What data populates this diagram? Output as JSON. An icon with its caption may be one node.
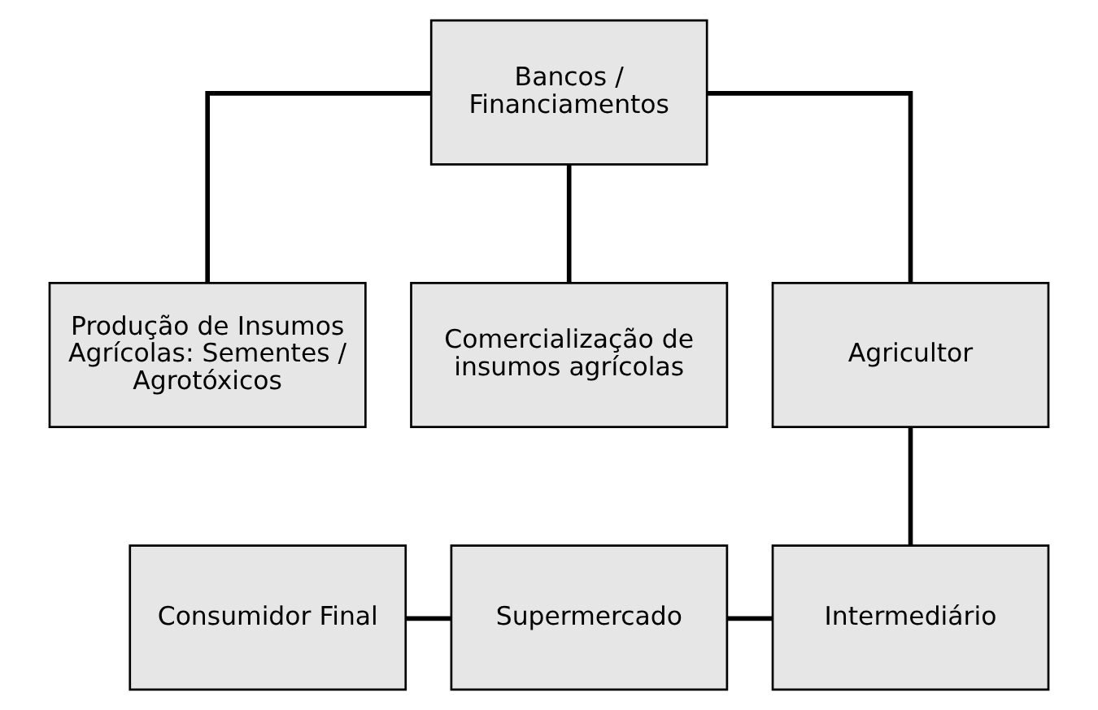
{
  "diagram": {
    "nodes": [
      {
        "text": [
          "Bancos / Financiamentos"
        ]
      },
      {
        "text": [
          "Produção de Insumos Agrícolas: Sementes / Agrotóxicos"
        ]
      },
      {
        "text": [
          "Comercialização de insumos agrícolas"
        ]
      },
      {
        "text": [
          "Agricultor"
        ]
      },
      {
        "text": [
          "Consumidor Final"
        ]
      },
      {
        "text": [
          "Supermercado"
        ]
      },
      {
        "text": [
          "Intermediário"
        ]
      }
    ],
    "edges": [
      {
        "from": 0,
        "to": 1,
        "arrow": "none"
      },
      {
        "from": 0,
        "to": 2,
        "arrow": "none"
      },
      {
        "from": 0,
        "to": 3,
        "arrow": "none"
      },
      {
        "from": 3,
        "to": 6,
        "arrow": "none"
      },
      {
        "from": 4,
        "to": 5,
        "arrow": "none"
      },
      {
        "from": 5,
        "to": 6,
        "arrow": "none"
      }
    ]
  }
}
